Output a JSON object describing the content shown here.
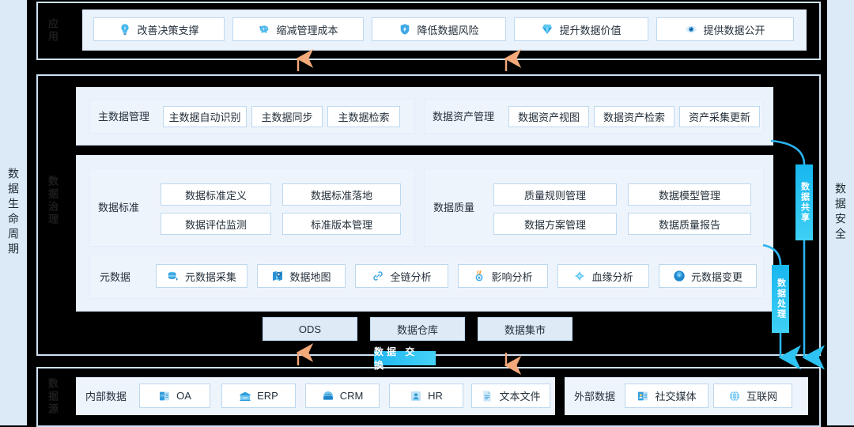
{
  "rails": {
    "left_label": "数据生命周期",
    "right_label": "数据安全"
  },
  "layers": {
    "application": {
      "vlabel": "应用",
      "items": [
        {
          "label": "改善决策支撑",
          "icon": "lightbulb-icon"
        },
        {
          "label": "缩减管理成本",
          "icon": "piggy-bank-icon"
        },
        {
          "label": "降低数据风险",
          "icon": "shield-icon"
        },
        {
          "label": "提升数据价值",
          "icon": "diamond-icon"
        },
        {
          "label": "提供数据公开",
          "icon": "eye-icon"
        }
      ]
    },
    "governance": {
      "vlabel": "数据治理",
      "master_data": {
        "group": "主数据管理",
        "items": [
          "主数据自动识别",
          "主数据同步",
          "主数据检索"
        ]
      },
      "data_asset": {
        "group": "数据资产管理",
        "items": [
          "数据资产视图",
          "数据资产检索",
          "资产采集更新"
        ]
      },
      "data_standard": {
        "group": "数据标准",
        "items": [
          "数据标准定义",
          "数据标准落地",
          "数据评估监测",
          "标准版本管理"
        ]
      },
      "data_quality": {
        "group": "数据质量",
        "items": [
          "质量规则管理",
          "数据模型管理",
          "数据方案管理",
          "数据质量报告"
        ]
      },
      "metadata": {
        "group": "元数据",
        "items": [
          {
            "label": "元数据采集",
            "icon": "database-icon"
          },
          {
            "label": "数据地图",
            "icon": "map-pin-icon"
          },
          {
            "label": "全链分析",
            "icon": "link-chain-icon"
          },
          {
            "label": "影响分析",
            "icon": "medal-icon"
          },
          {
            "label": "血缘分析",
            "icon": "sparkle-icon"
          },
          {
            "label": "元数据变更",
            "icon": "badge-circle-icon"
          }
        ]
      },
      "storage": [
        "ODS",
        "数据仓库",
        "数据集市"
      ]
    },
    "source": {
      "vlabel": "数据源",
      "internal": {
        "group": "内部数据",
        "items": [
          {
            "label": "OA",
            "icon": "oa-icon"
          },
          {
            "label": "ERP",
            "icon": "erp-icon"
          },
          {
            "label": "CRM",
            "icon": "crm-icon"
          },
          {
            "label": "HR",
            "icon": "hr-icon"
          },
          {
            "label": "文本文件",
            "icon": "document-icon"
          }
        ]
      },
      "external": {
        "group": "外部数据",
        "items": [
          {
            "label": "社交媒体",
            "icon": "social-media-icon"
          },
          {
            "label": "互联网",
            "icon": "globe-icon"
          }
        ]
      }
    }
  },
  "badges": {
    "data_sharing": "数据共享",
    "data_processing": "数据处理",
    "data_exchange": "数据 交 换"
  },
  "colors": {
    "accent": "#1fb6f0",
    "arrow_up": "#f4a97a",
    "panel": "#eaf2fb",
    "rail": "#dceaf7"
  }
}
